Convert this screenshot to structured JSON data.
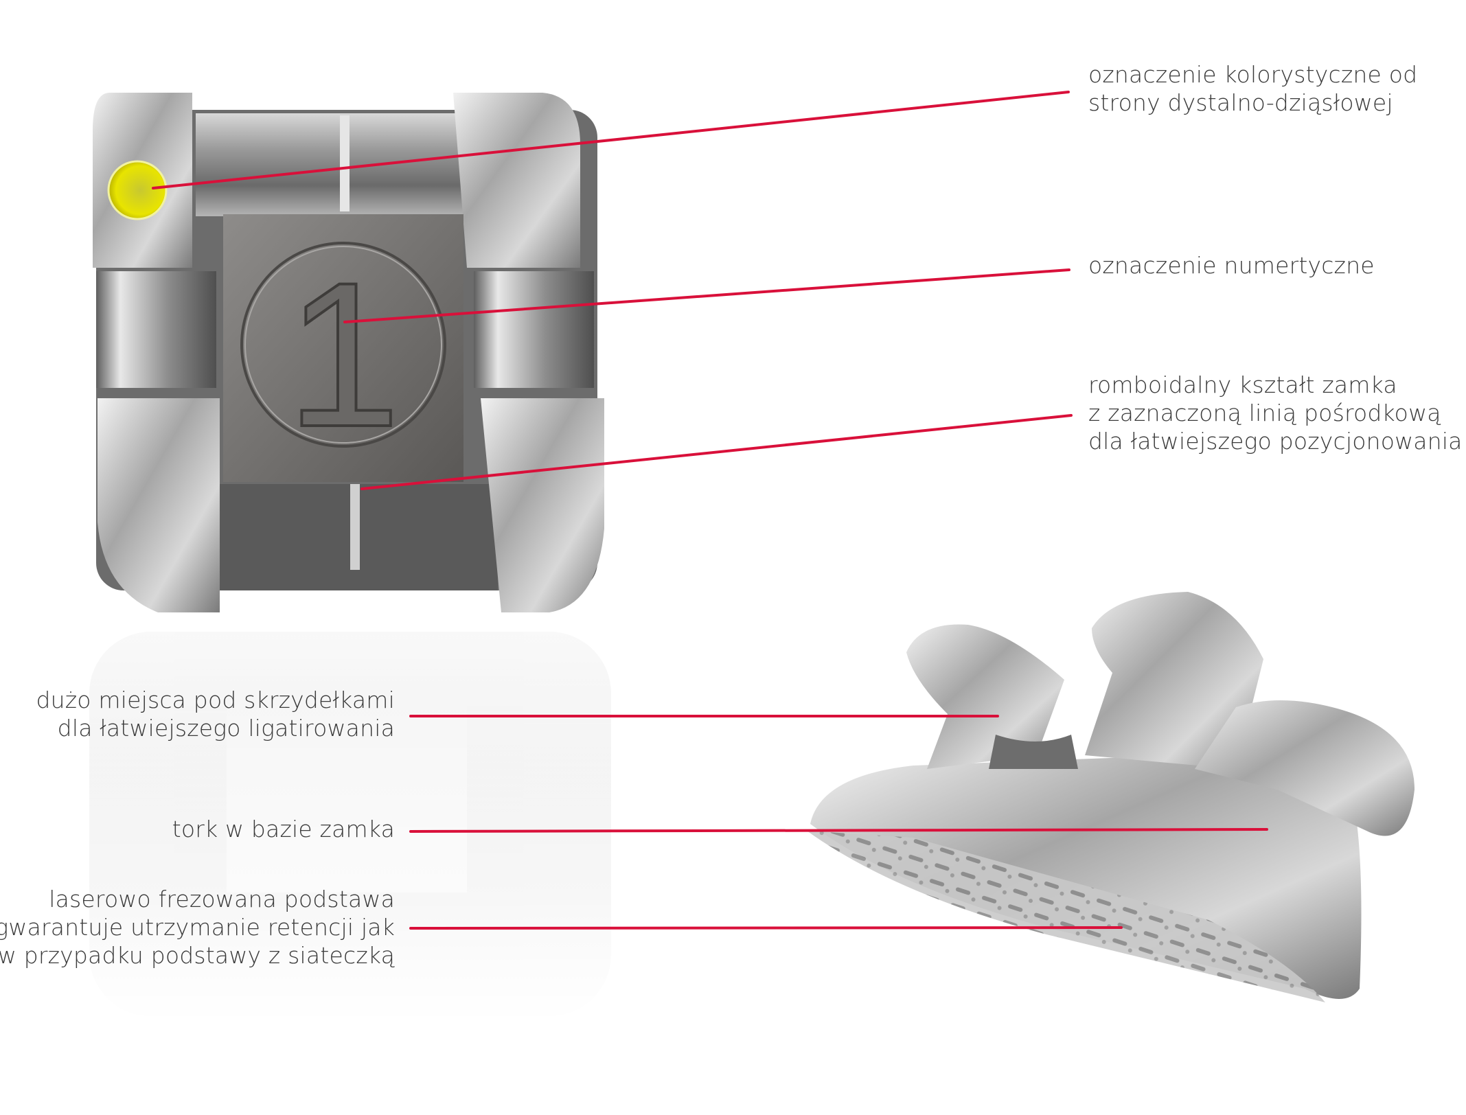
{
  "colors": {
    "callout_line": "#d9103a",
    "text": "#3a3a3a",
    "color_marker": "#e3e000",
    "metal": "#8a8a8a"
  },
  "bracket_front": {
    "engraved_number": "1"
  },
  "callouts_right": [
    {
      "lines": [
        "oznaczenie kolorystyczne od",
        "strony dystalno-dziąsłowej"
      ]
    },
    {
      "lines": [
        "oznaczenie numertyczne"
      ]
    },
    {
      "lines": [
        "romboidalny kształt zamka",
        "z zaznaczoną linią pośrodkową",
        "dla łatwiejszego pozycjonowania"
      ]
    }
  ],
  "callouts_left": [
    {
      "lines": [
        "dużo miejsca pod skrzydełkami",
        "dla łatwiejszego ligatirowania"
      ]
    },
    {
      "lines": [
        "tork w bazie zamka"
      ]
    },
    {
      "lines": [
        "laserowo frezowana podstawa",
        "gwarantuje utrzymanie retencji jak",
        "w przypadku podstawy z siateczką"
      ]
    }
  ]
}
